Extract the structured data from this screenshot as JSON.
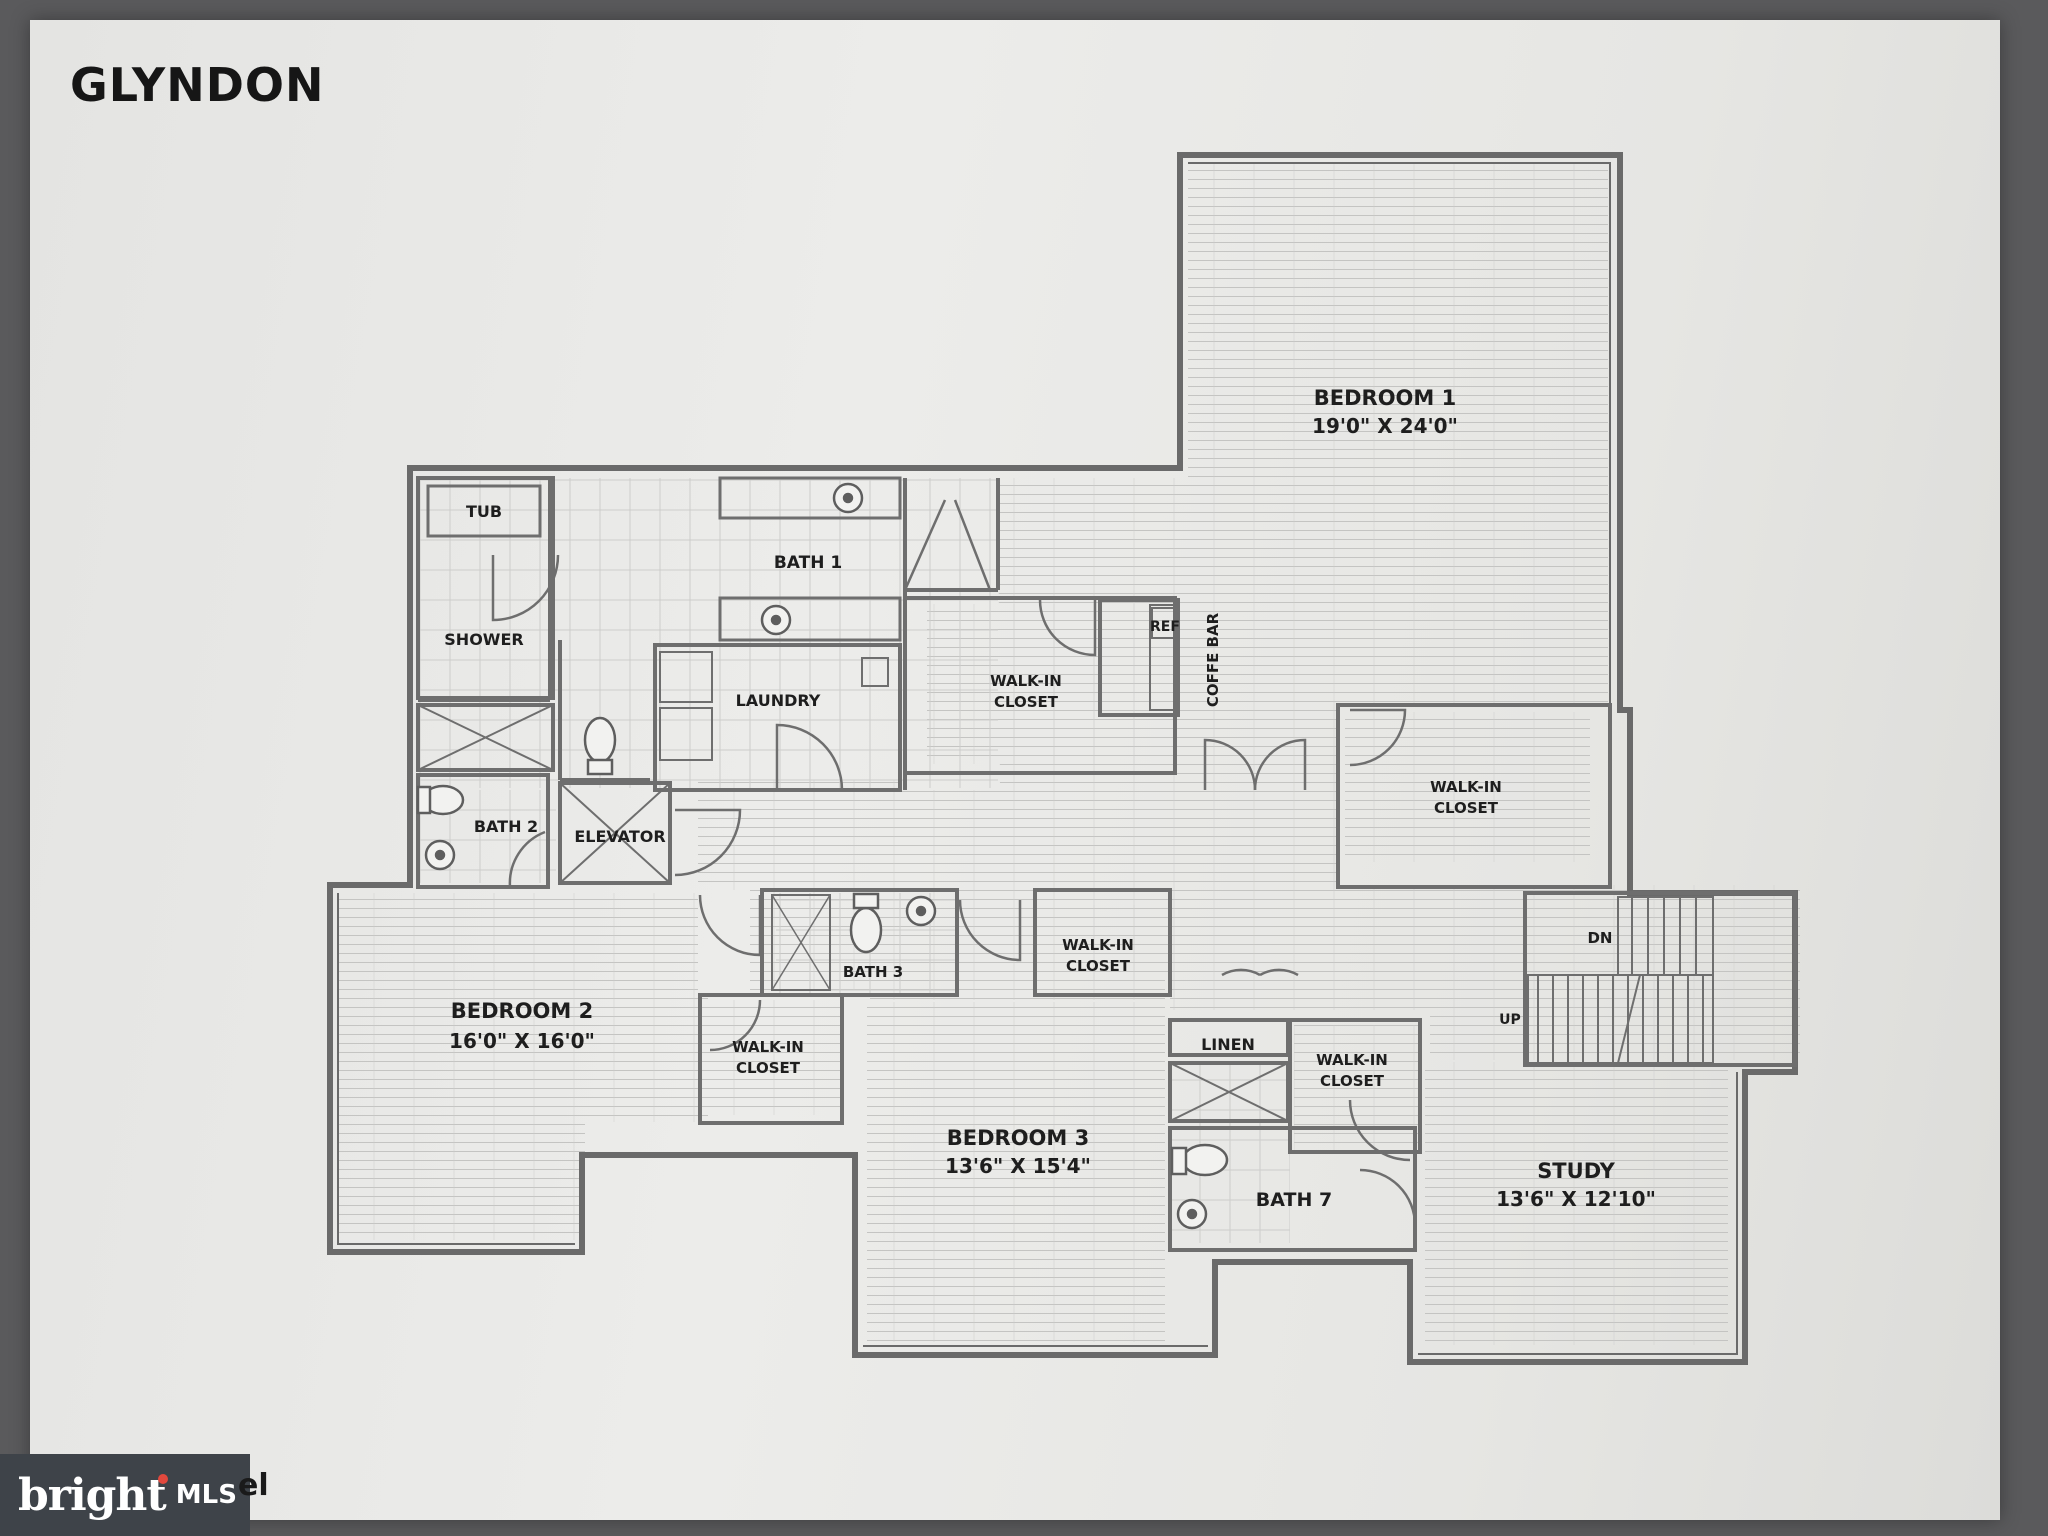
{
  "plan": {
    "title": "GLYNDON",
    "rooms": [
      {
        "id": "bedroom-1",
        "name": "BEDROOM 1",
        "size": "19'0\" X 24'0\""
      },
      {
        "id": "bedroom-2",
        "name": "BEDROOM 2",
        "size": "16'0\" X 16'0\""
      },
      {
        "id": "bedroom-3",
        "name": "BEDROOM 3",
        "size": "13'6\" X 15'4\""
      },
      {
        "id": "study",
        "name": "STUDY",
        "size": "13'6\" X 12'10\""
      }
    ],
    "labels": {
      "tub": "TUB",
      "shower": "SHOWER",
      "bath1": "BATH 1",
      "laundry": "LAUNDRY",
      "bath2": "BATH 2",
      "elevator": "ELEVATOR",
      "walkin_line1": "WALK-IN",
      "walkin_line2": "CLOSET",
      "ref": "REF",
      "coffee_bar": "COFFE BAR",
      "bath3": "BATH 3",
      "linen": "LINEN",
      "bath7": "BATH 7",
      "dn": "DN",
      "up": "UP"
    }
  },
  "watermark": {
    "word": "bright",
    "suffix": "MLS"
  },
  "corner_text": "el",
  "colors": {
    "wall": "#6a6a6a",
    "floor_lines": "#bdbdbd",
    "text": "#1e1e1e",
    "watermark_bg": "#3e4349",
    "accent": "#e2483d"
  }
}
